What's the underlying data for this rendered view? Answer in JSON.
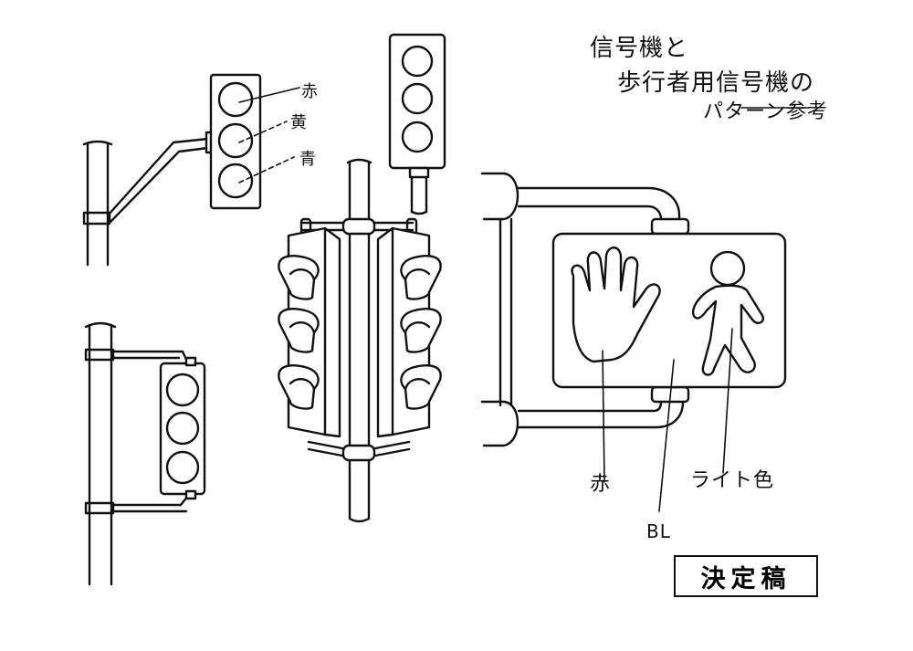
{
  "title": {
    "line1": "信号機と",
    "line2": "歩行者用信号機の",
    "line3": "パターン参考"
  },
  "lamp_labels": {
    "red": "赤",
    "yellow": "黄",
    "green": "青"
  },
  "pedestrian_labels": {
    "hand_color": "赤",
    "walker_color": "ライト色",
    "background_color": "BL"
  },
  "stamp": "決定稿"
}
